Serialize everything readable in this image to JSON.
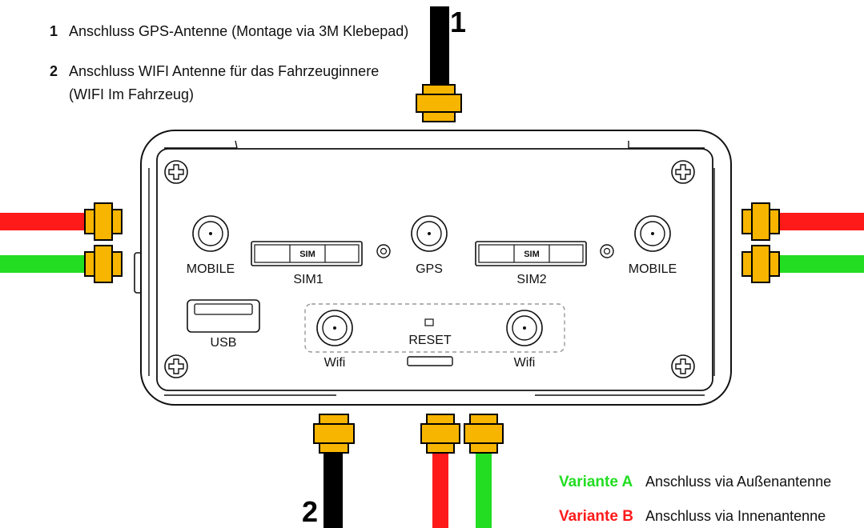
{
  "legend": {
    "item1_number": "1",
    "item1_text": "Anschluss GPS-Antenne (Montage via 3M Klebepad)",
    "item2_number": "2",
    "item2_text_line1": "Anschluss WIFI Antenne für das Fahrzeuginnere",
    "item2_text_line2": "(WIFI Im Fahrzeug)"
  },
  "callouts": {
    "top": "1",
    "bottom": "2"
  },
  "device": {
    "mobile_left": "MOBILE",
    "mobile_right": "MOBILE",
    "gps": "GPS",
    "sim1": "SIM1",
    "sim2": "SIM2",
    "sim_slot_label": "SIM",
    "usb": "USB",
    "reset": "RESET",
    "wifi_left": "Wifi",
    "wifi_right": "Wifi"
  },
  "variants": {
    "a_label": "Variante A",
    "a_text": "Anschluss via Außenantenne",
    "b_label": "Variante B",
    "b_text": "Anschluss via Innenantenne"
  },
  "colors": {
    "variant_a": "#22dd22",
    "variant_b": "#ff1a1a",
    "connector": "#f7b500",
    "cable_black": "#000000"
  }
}
